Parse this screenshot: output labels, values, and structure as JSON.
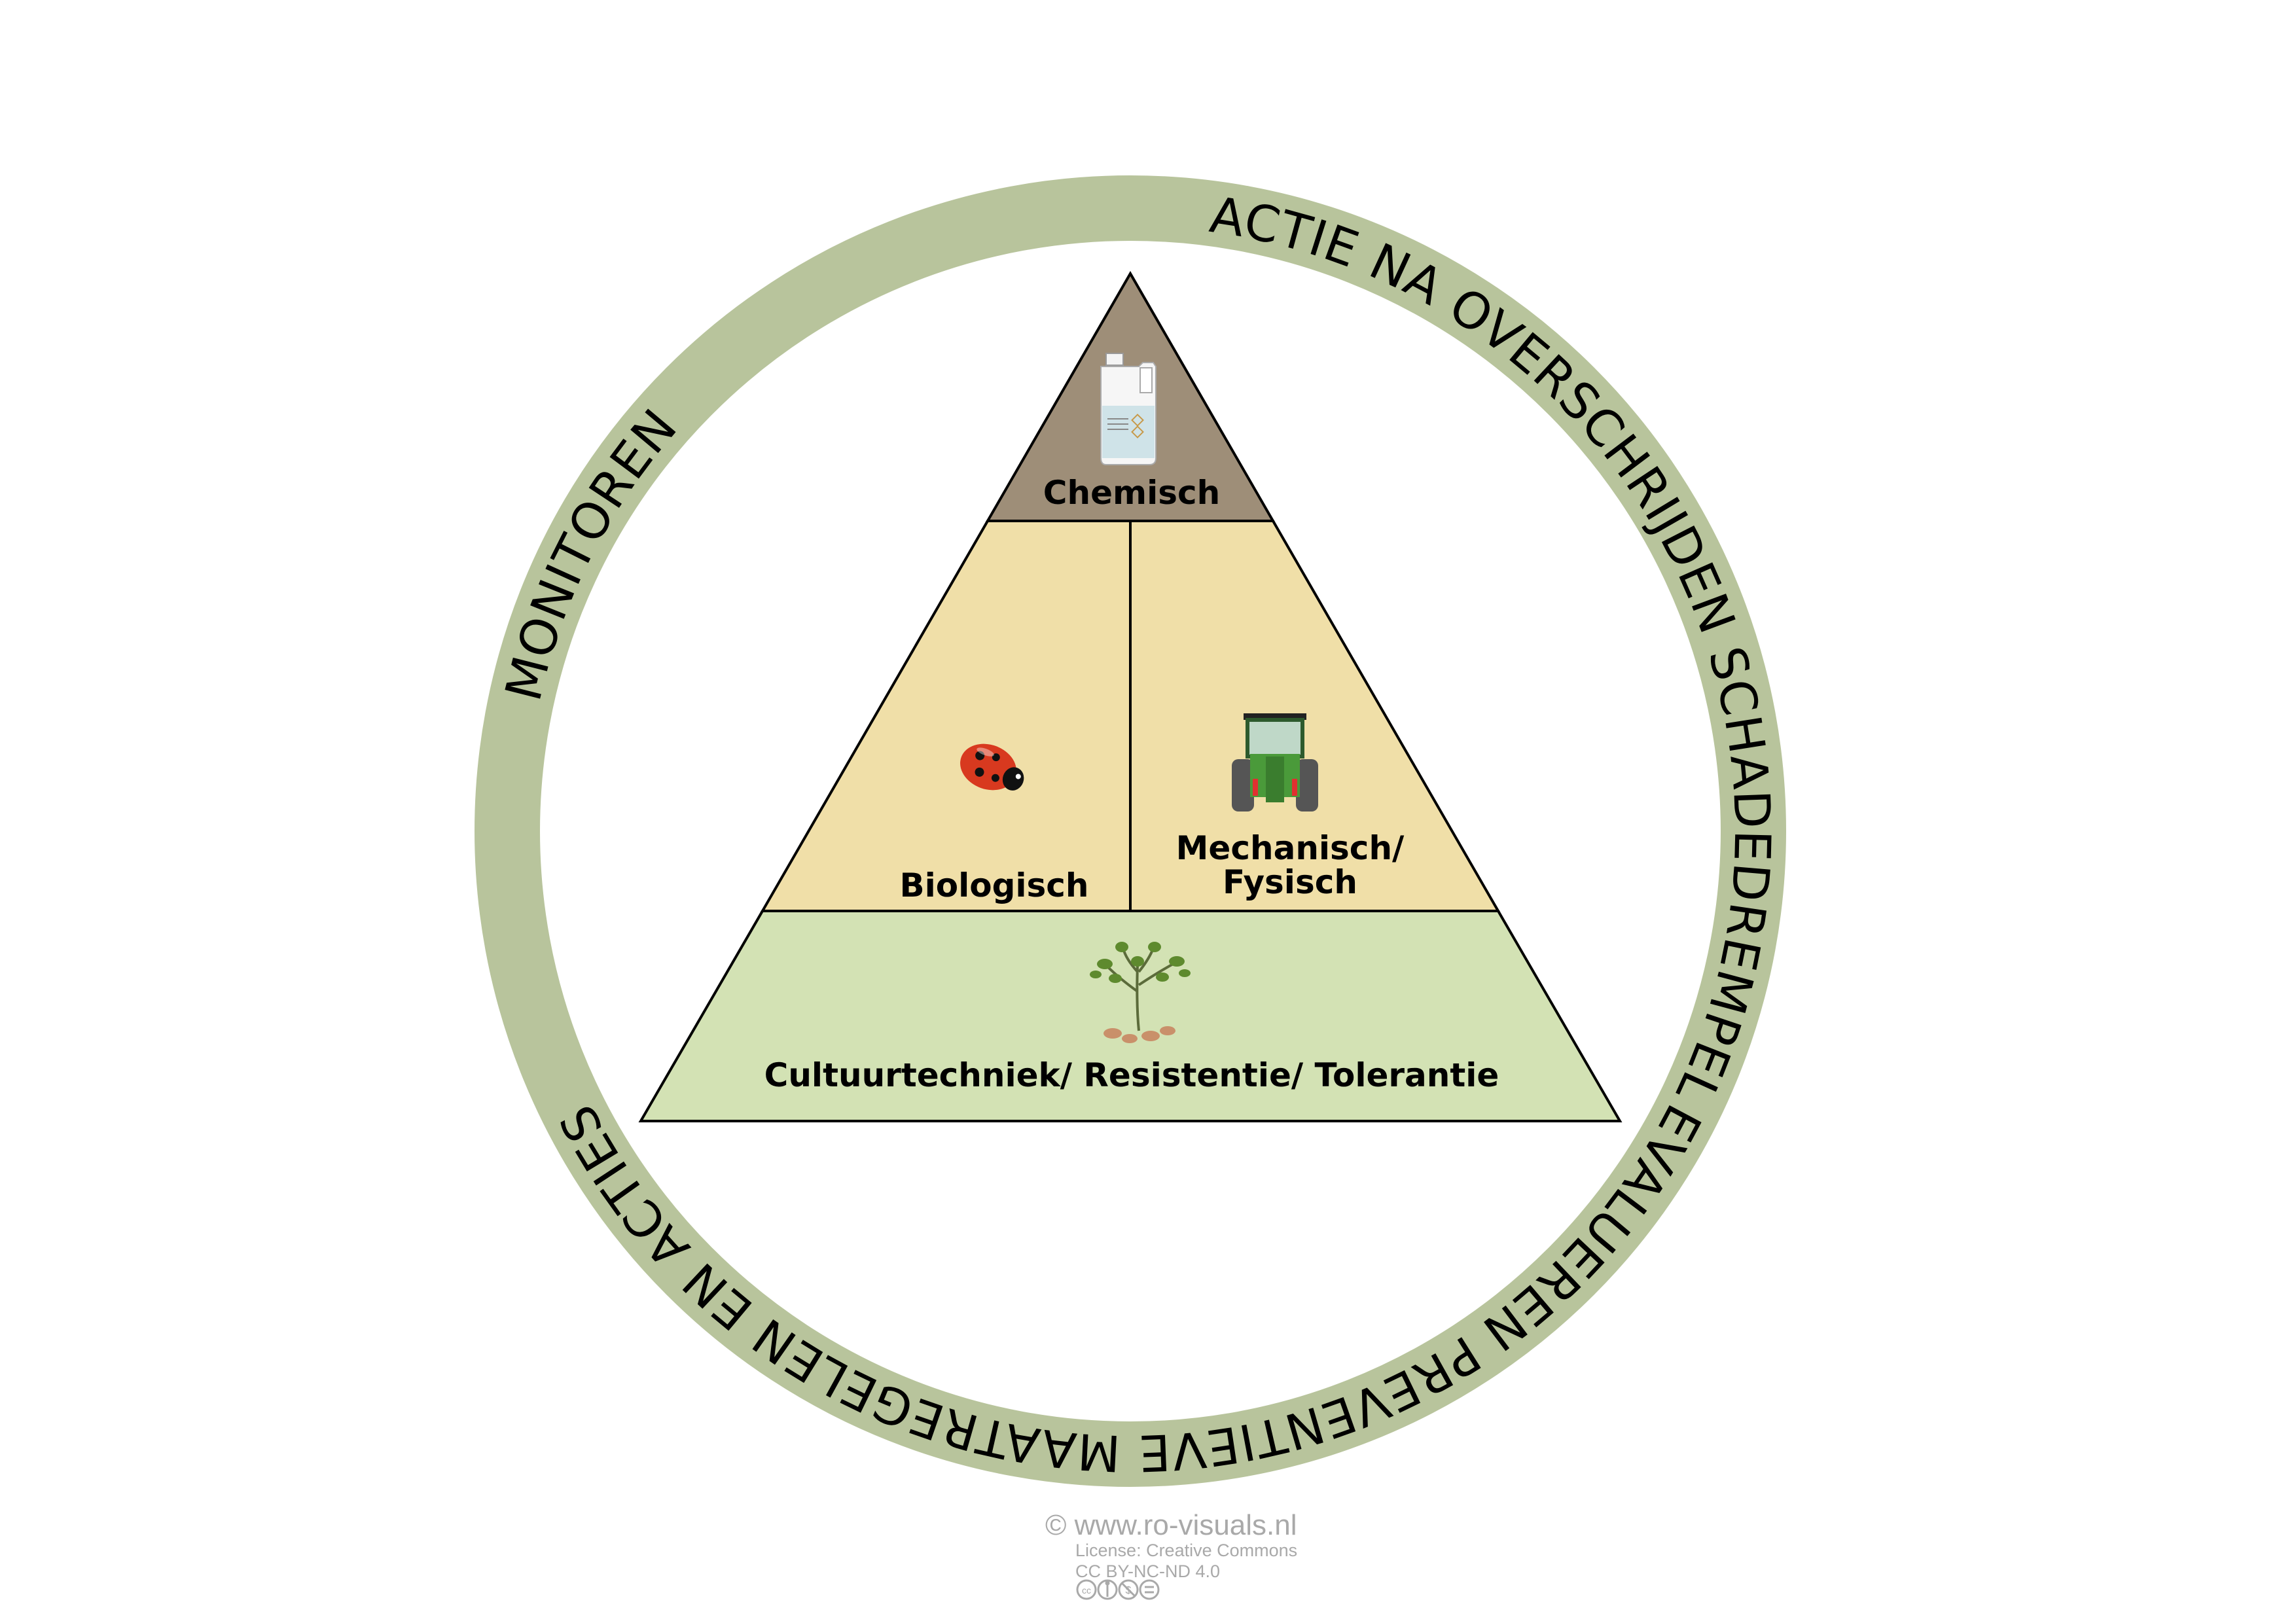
{
  "colors": {
    "ring": "#b8c49c",
    "chemisch": "#9e8e78",
    "middle": "#f0dfa8",
    "base": "#d3e2b4",
    "footer": "#a9a9a9"
  },
  "ring": {
    "monitoren": "MONITOREN",
    "actie": "ACTIE NA OVERSCHRIJDEN SCHADEDREMPEL",
    "evalueren": "EVALUEREN PREVENTIEVE MAATREGELEN EN ACTIES"
  },
  "pyramid": {
    "top": {
      "label": "Chemisch",
      "icon": "pesticide-jug-icon"
    },
    "middle_left": {
      "label": "Biologisch",
      "icon": "ladybug-icon"
    },
    "middle_right": {
      "label_line1": "Mechanisch/",
      "label_line2": "Fysisch",
      "icon": "tractor-icon"
    },
    "base": {
      "label": "Cultuurtechniek/ Resistentie/ Tolerantie",
      "icon": "plant-icon"
    }
  },
  "footer": {
    "copyright": "© www.ro-visuals.nl",
    "license": "License: Creative Commons",
    "license_code": "CC BY-NC-ND 4.0",
    "cc_icons": [
      "cc",
      "by",
      "nc",
      "nd"
    ]
  }
}
